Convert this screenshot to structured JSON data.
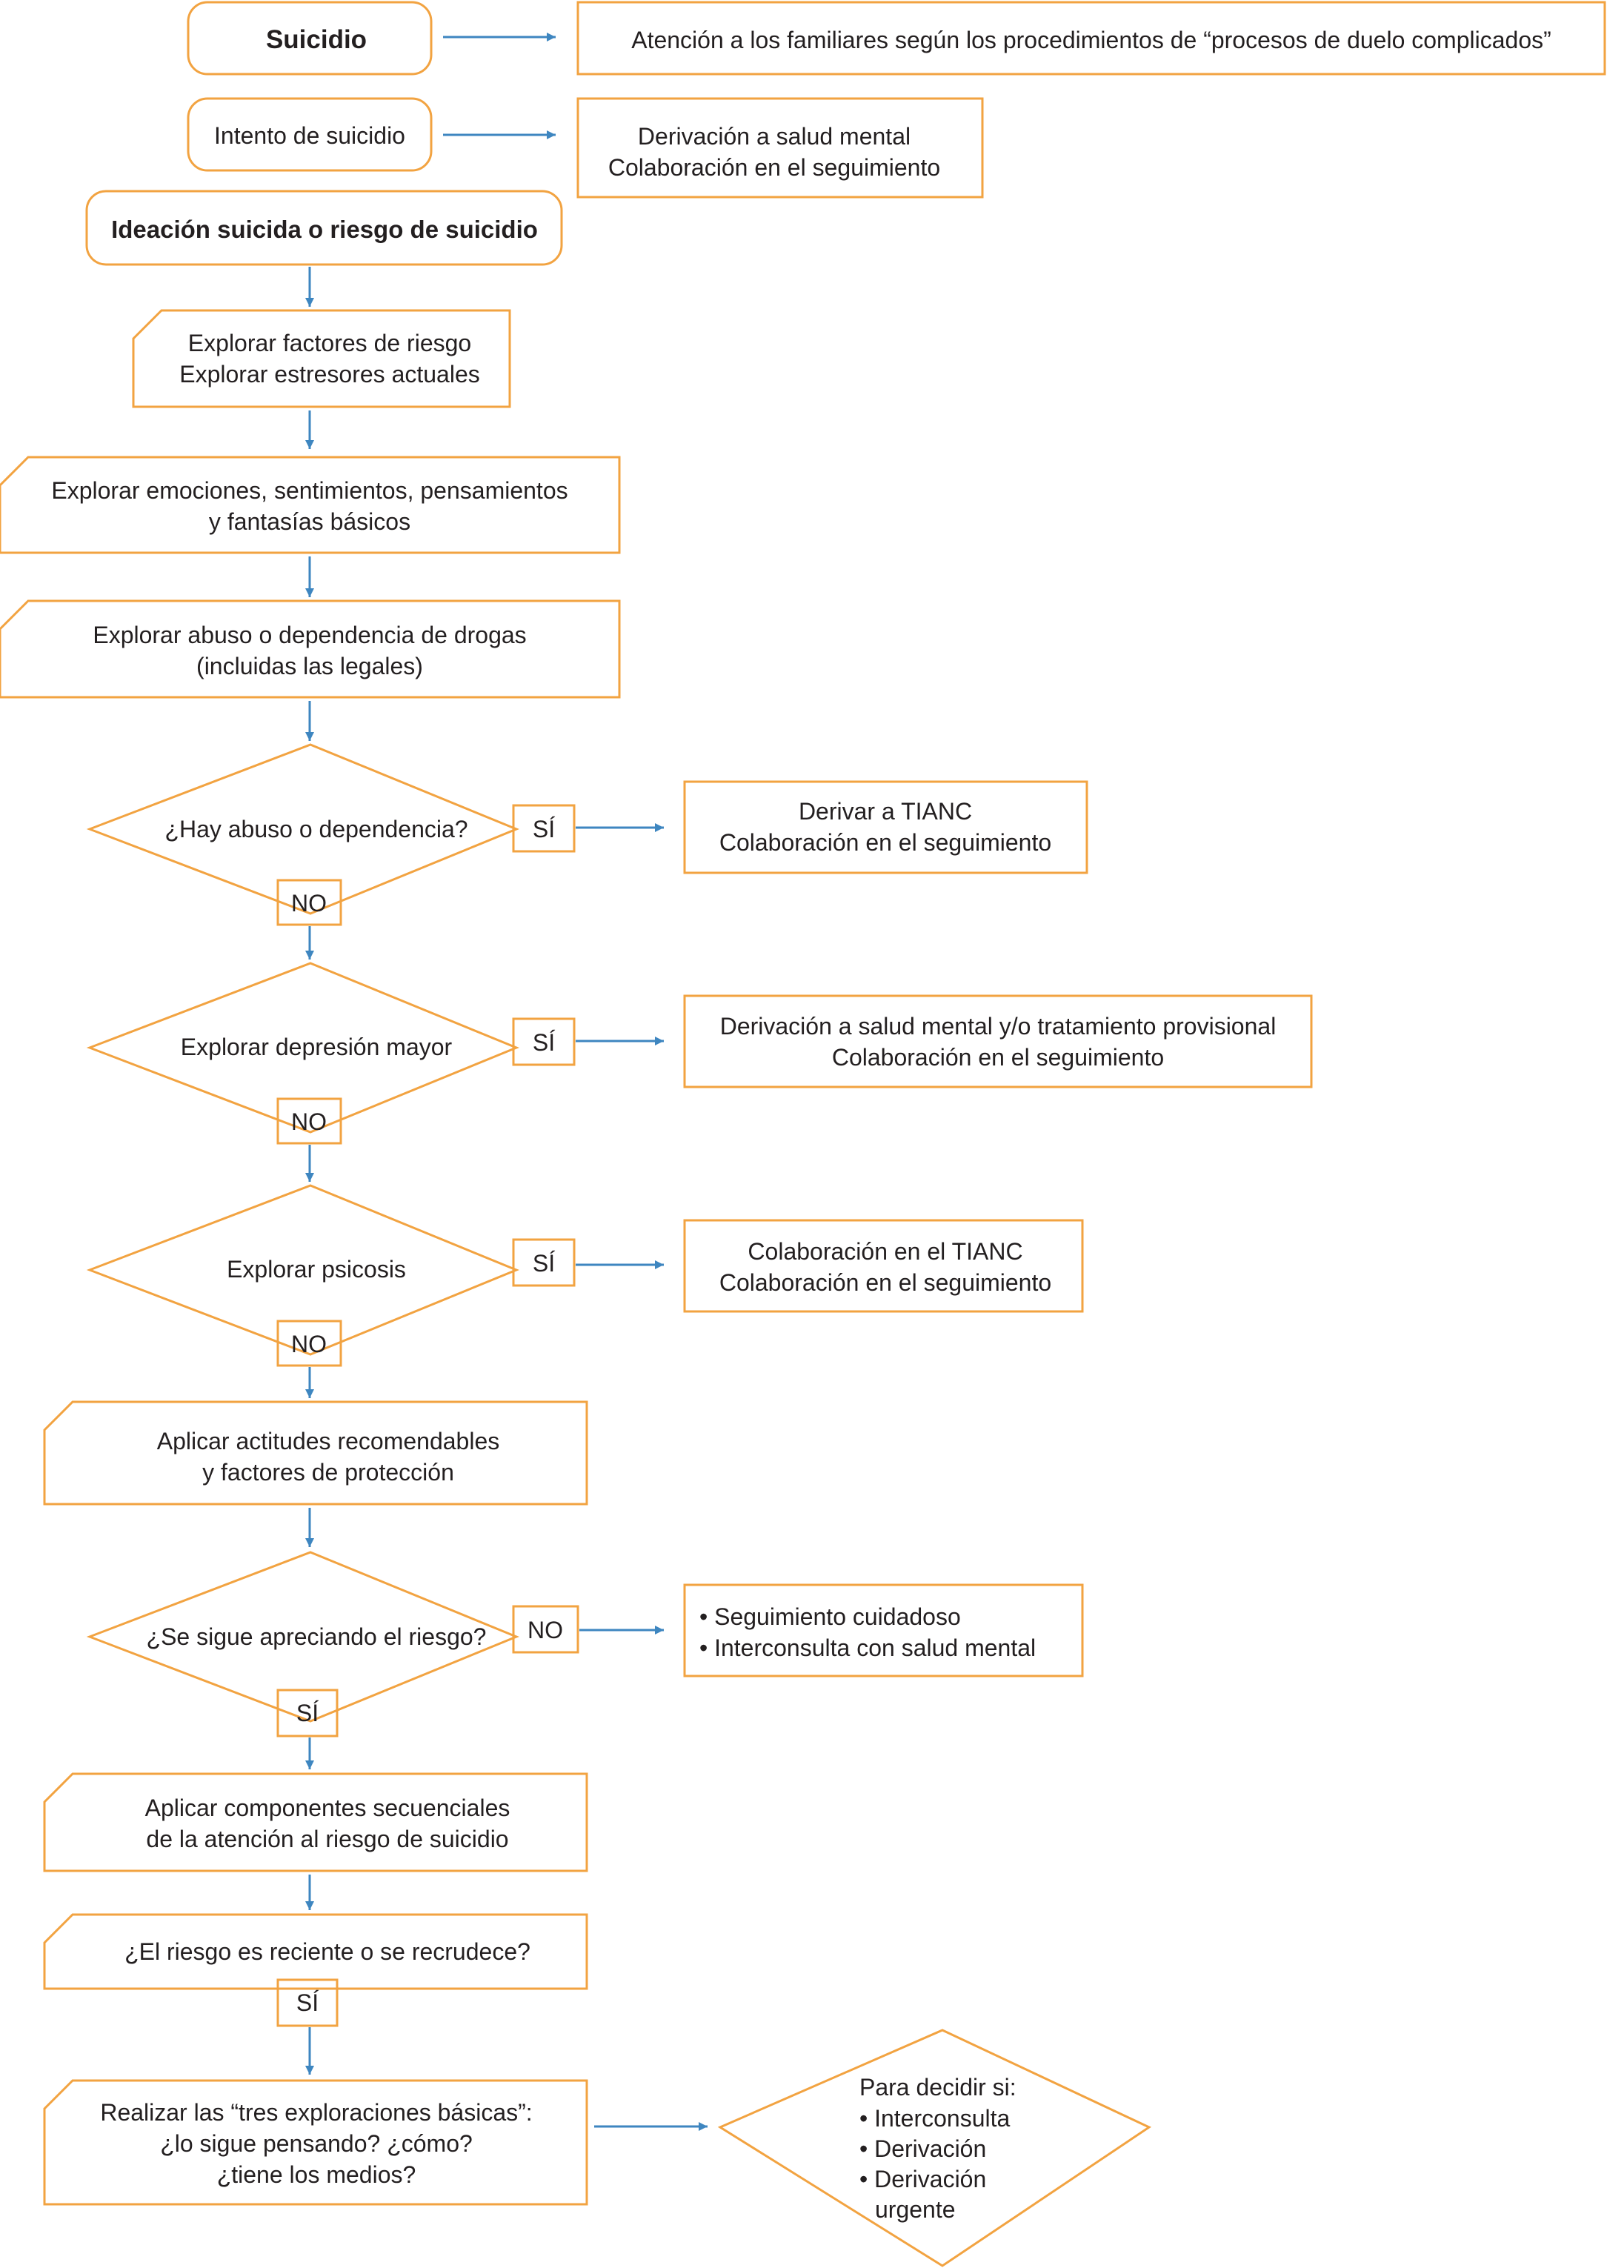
{
  "colors": {
    "box_stroke": "#f2a341",
    "arrow": "#3e86c0",
    "text": "#231f20"
  },
  "top": {
    "suicidio": "Suicidio",
    "suicidio_action": "Atención a los familiares según los procedimientos de “procesos de duelo complicados”",
    "intento": "Intento de suicidio",
    "intento_action": [
      "Derivación a salud mental",
      "Colaboración en el seguimiento"
    ],
    "ideacion": "Ideación suicida o riesgo de suicidio"
  },
  "steps": {
    "factores": [
      "Explorar factores de riesgo",
      "Explorar estresores actuales"
    ],
    "emociones": [
      "Explorar emociones, sentimientos, pensamientos",
      "y fantasías básicos"
    ],
    "drogas": [
      "Explorar abuso o dependencia de drogas",
      "(incluidas las legales)"
    ]
  },
  "decisions": {
    "abuso": {
      "question": "¿Hay abuso o dependencia?",
      "yes": "SÍ",
      "no": "NO",
      "action": [
        "Derivar a TIANC",
        "Colaboración en el seguimiento"
      ]
    },
    "depresion": {
      "question": "Explorar depresión mayor",
      "yes": "SÍ",
      "no": "NO",
      "action": [
        "Derivación a salud mental y/o tratamiento provisional",
        "Colaboración en el seguimiento"
      ]
    },
    "psicosis": {
      "question": "Explorar psicosis",
      "yes": "SÍ",
      "no": "NO",
      "action": [
        "Colaboración en el TIANC",
        "Colaboración en el seguimiento"
      ]
    },
    "riesgo": {
      "question": "¿Se sigue apreciando el riesgo?",
      "no": "NO",
      "yes": "SÍ",
      "action": [
        "• Seguimiento cuidadoso",
        "• Interconsulta con salud mental"
      ]
    }
  },
  "later": {
    "actitudes": [
      "Aplicar actitudes recomendables",
      "y factores de protección"
    ],
    "componentes": [
      "Aplicar componentes secuenciales",
      "de la atención al riesgo de suicidio"
    ],
    "reciente": "¿El riesgo es reciente o se recrudece?",
    "reciente_yes": "SÍ",
    "tres": [
      "Realizar las “tres exploraciones básicas”:",
      "¿lo sigue pensando? ¿cómo?",
      "¿tiene los medios?"
    ],
    "decidir": [
      "Para decidir si:",
      "• Interconsulta",
      "• Derivación",
      "• Derivación",
      "urgente"
    ]
  }
}
